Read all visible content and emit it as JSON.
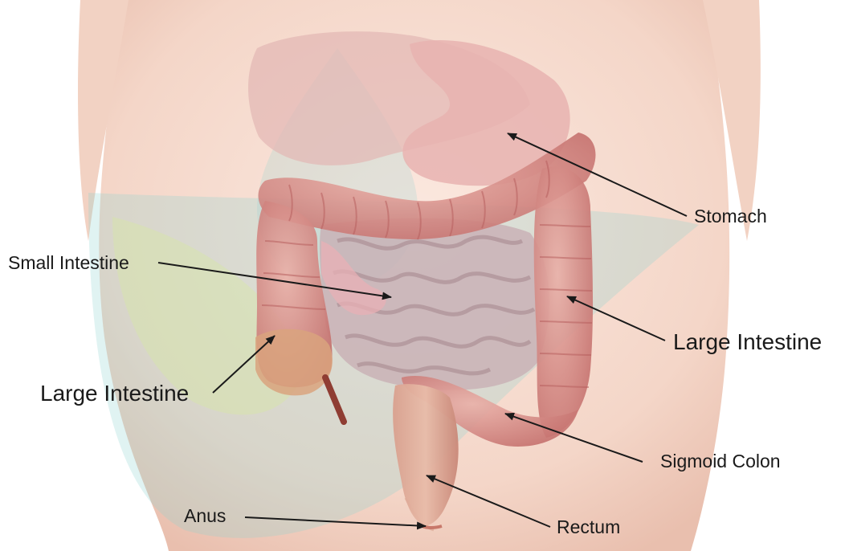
{
  "figure": {
    "labels": {
      "stomach": "Stomach",
      "small_intestine": "Small Intestine",
      "large_intestine_right": "Large Intestine",
      "large_intestine_left": "Large Intestine",
      "sigmoid_colon": "Sigmoid Colon",
      "anus": "Anus",
      "rectum": "Rectum"
    },
    "colors": {
      "skin": "#f6ddd2",
      "skin_shadow": "#e9bfae",
      "colon": "#d98a86",
      "colon_dark": "#b8605f",
      "colon_light": "#eab0a8",
      "small_intestine": "#c9b2b6",
      "small_intestine_light": "#ddd0d4",
      "stomach": "#e7b3b0",
      "watermark_teal": "#8fd3d2",
      "watermark_green": "#d7e6a6",
      "label_text": "#1a1a1a"
    }
  }
}
